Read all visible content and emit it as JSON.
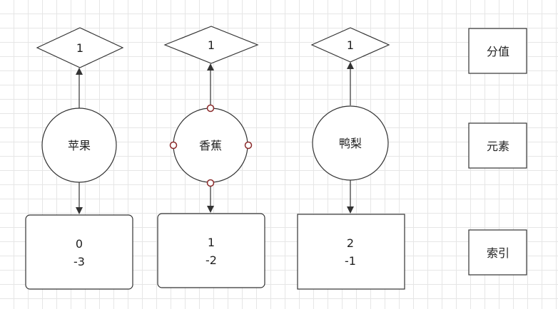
{
  "columns": [
    {
      "score": "1",
      "element": "苹果",
      "index_line1": "0",
      "index_line2": "-3"
    },
    {
      "score": "1",
      "element": "香蕉",
      "index_line1": "1",
      "index_line2": "-2"
    },
    {
      "score": "1",
      "element": "鸭梨",
      "index_line1": "2",
      "index_line2": "-1"
    }
  ],
  "legend": {
    "score_label": "分值",
    "element_label": "元素",
    "index_label": "索引"
  },
  "colors": {
    "stroke": "#333333",
    "selection_handle": "#8b2a2a"
  }
}
